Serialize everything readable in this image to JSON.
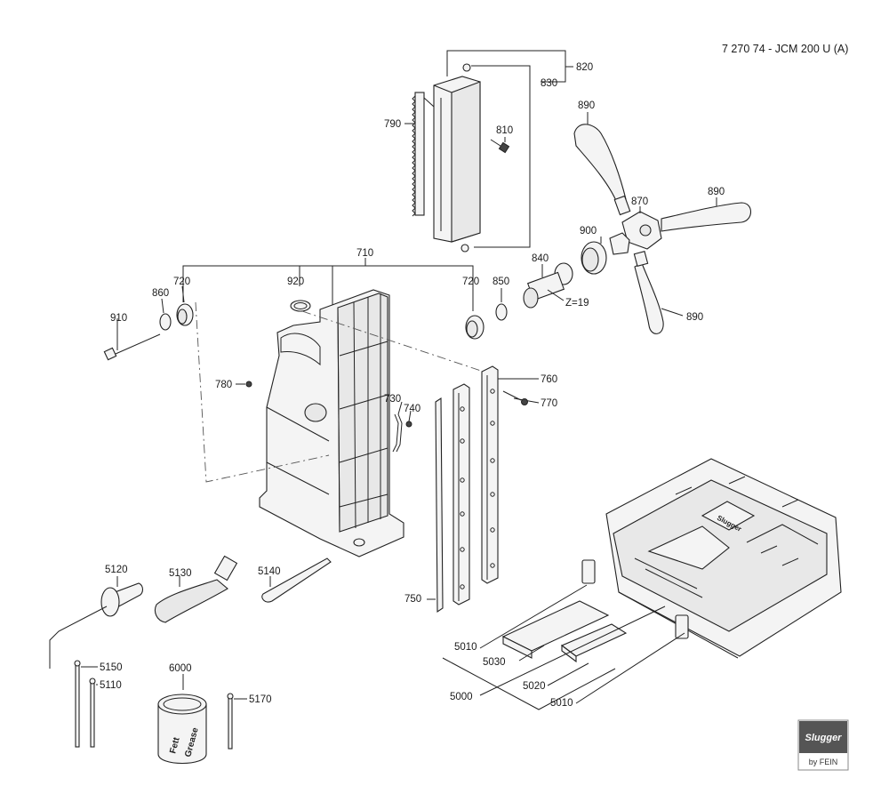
{
  "document_code": "7 270 74 - JCM 200 U (A)",
  "logo": {
    "brand": "Slugger",
    "sub": "by FEIN"
  },
  "grease_can": {
    "line1": "Fett",
    "line2": "Grease"
  },
  "gear_note": "Z=19",
  "part_labels": {
    "p820": "820",
    "p830": "830",
    "p790": "790",
    "p810": "810",
    "p890a": "890",
    "p890b": "890",
    "p890c": "890",
    "p870": "870",
    "p900": "900",
    "p840": "840",
    "p710": "710",
    "p920": "920",
    "p720a": "720",
    "p860": "860",
    "p910": "910",
    "p720b": "720",
    "p850": "850",
    "p780": "780",
    "p760": "760",
    "p770": "770",
    "p730": "730",
    "p740": "740",
    "p750": "750",
    "p5120": "5120",
    "p5130": "5130",
    "p5140": "5140",
    "p5010a": "5010",
    "p5030": "5030",
    "p5000": "5000",
    "p5020": "5020",
    "p5010b": "5010",
    "p5150": "5150",
    "p5110": "5110",
    "p6000": "6000",
    "p5170": "5170"
  }
}
